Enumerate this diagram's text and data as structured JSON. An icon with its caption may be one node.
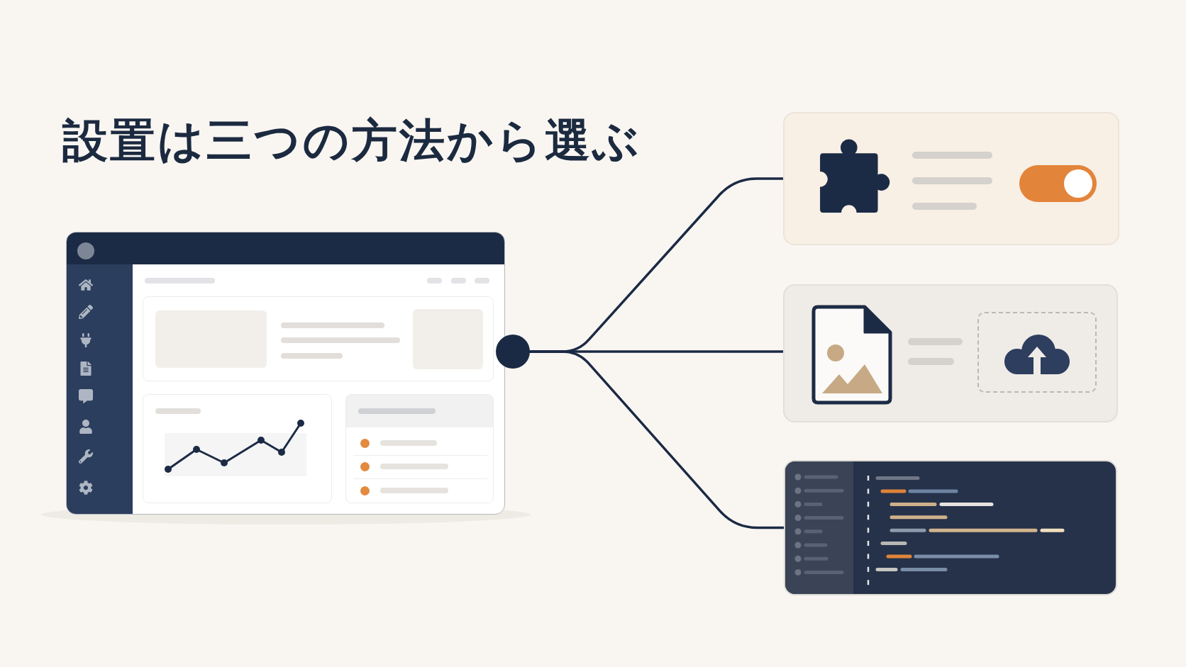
{
  "diagram": {
    "title": "設置は三つの方法から選ぶ",
    "nodes": [
      {
        "text": [],
        "shape": "picture"
      },
      {
        "text": [],
        "shape": "circle"
      },
      {
        "text": [],
        "shape": "picture"
      },
      {
        "text": [],
        "shape": "picture"
      },
      {
        "text": [],
        "shape": "picture"
      }
    ],
    "edges": [
      {
        "from": 1,
        "to": 2,
        "arrow": "none"
      },
      {
        "from": 1,
        "to": 3,
        "arrow": "none"
      },
      {
        "from": 1,
        "to": 4,
        "arrow": "none"
      }
    ]
  }
}
